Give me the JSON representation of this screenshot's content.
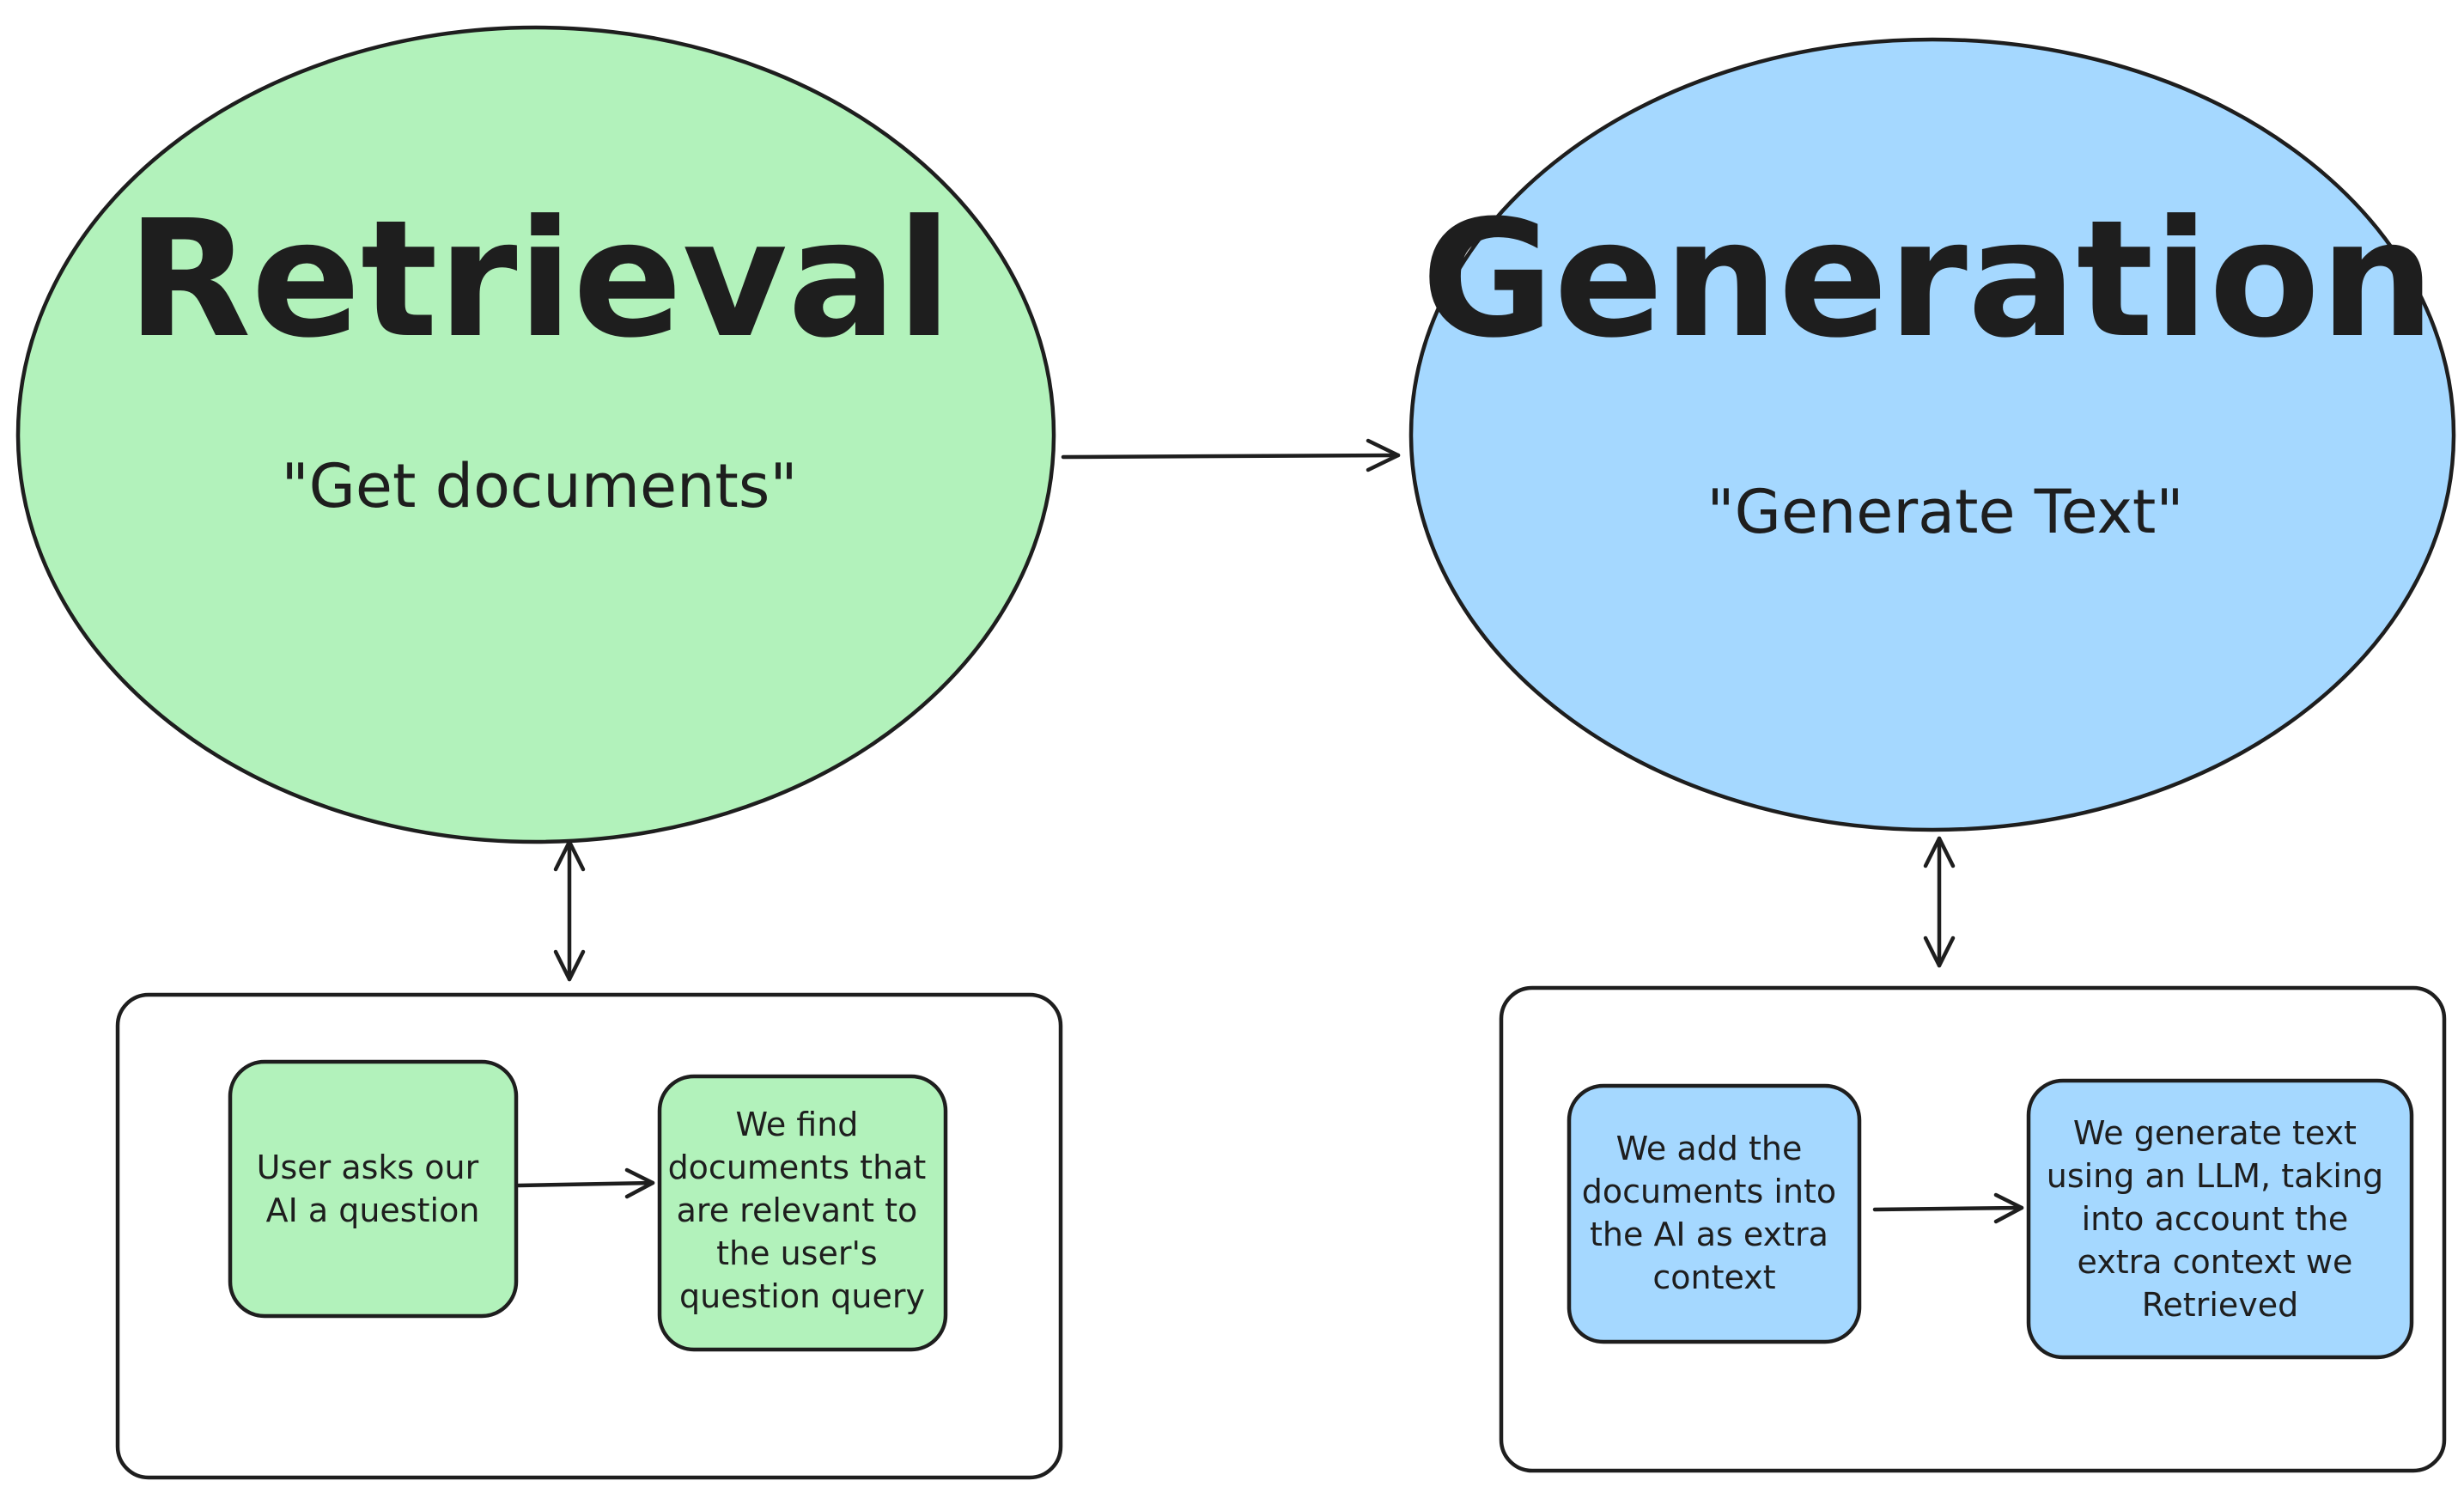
{
  "colors": {
    "retrieval_fill": "#b2f2bb",
    "generation_fill": "#a5d8ff",
    "stroke": "#1e1e1e",
    "background": "#ffffff"
  },
  "retrieval": {
    "title": "Retrieval",
    "subtitle": "\"Get documents\"",
    "steps": [
      {
        "lines": [
          "User asks our",
          "AI a question"
        ]
      },
      {
        "lines": [
          "We find",
          "documents that",
          "are relevant to",
          "the user's",
          "question query"
        ]
      }
    ]
  },
  "generation": {
    "title": "Generation",
    "subtitle": "\"Generate Text\"",
    "steps": [
      {
        "lines": [
          "We add the",
          "documents into",
          "the AI as extra",
          "context"
        ]
      },
      {
        "lines": [
          "We generate text",
          "using an LLM, taking",
          "into account the",
          "extra context we",
          "Retrieved"
        ]
      }
    ]
  }
}
